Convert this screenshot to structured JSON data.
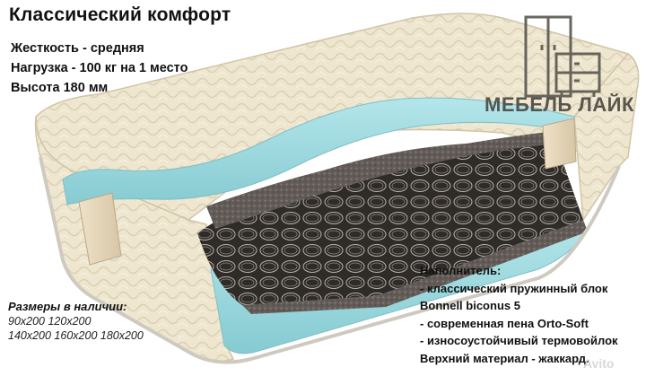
{
  "title": "Классический комфорт",
  "specs": [
    "Жесткость - средняя",
    "Нагрузка - 100 кг на 1 место",
    "Высота 180 мм"
  ],
  "brand": {
    "name": "МЕБЕЛЬ ЛАЙК",
    "logo_icon": "furniture-wardrobe-dresser-icon"
  },
  "sizes": {
    "heading": "Размеры в наличии:",
    "rows": [
      "90x200 120x200",
      "140x200 160x200 180x200"
    ]
  },
  "filler": {
    "heading": "Наполнитель:",
    "lines": [
      "- классический пружинный блок",
      "Bonnell biconus 5",
      "- современная пена Orto-Soft",
      "- износоустойчивый термовойлок",
      "Верхний материал - жаккард."
    ]
  },
  "watermark": "Avito",
  "colors": {
    "jacquard": "#ece4cc",
    "foam": "#9fd9de",
    "felt": "#5b5552",
    "springs_bg": "#2e2a28",
    "spring_wire": "#b9b3a6",
    "side_block": "#e6d7bd",
    "logo_gray": "#4d4a45"
  }
}
